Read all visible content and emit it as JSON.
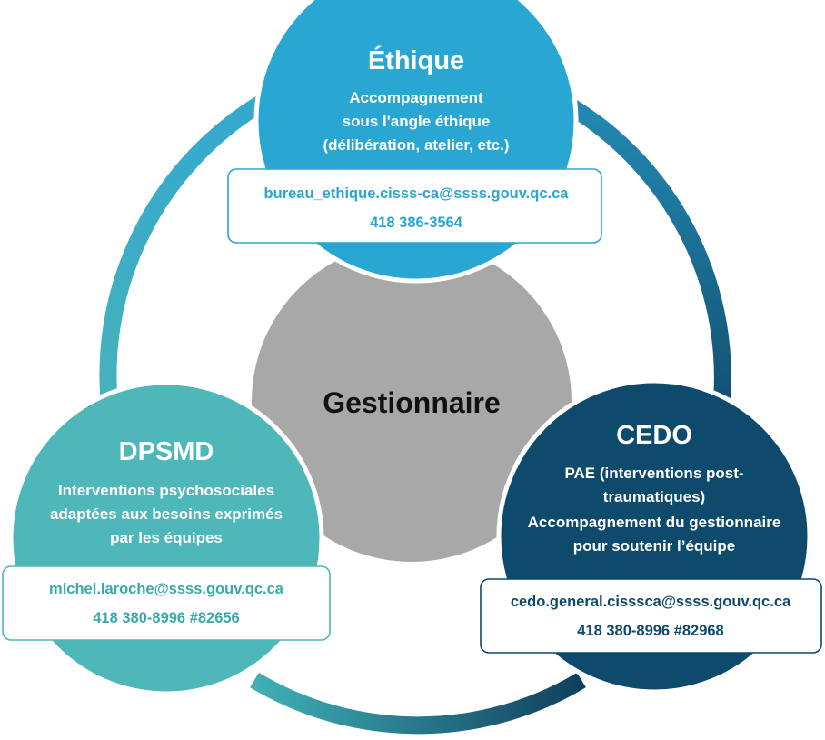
{
  "center": {
    "label": "Gestionnaire"
  },
  "nodes": {
    "ethique": {
      "title": "Éthique",
      "description": [
        "Accompagnement",
        "sous l'angle éthique",
        "(délibération, atelier, etc.)"
      ],
      "email": "bureau_ethique.cisss-ca@ssss.gouv.qc.ca",
      "phone": "418 386-3564"
    },
    "dpsmd": {
      "title": "DPSMD",
      "description": [
        "Interventions psychosociales",
        "adaptées aux besoins exprimés",
        "par les équipes"
      ],
      "email": "michel.laroche@ssss.gouv.qc.ca",
      "phone": "418 380-8996 #82656"
    },
    "cedo": {
      "title": "CEDO",
      "description": [
        "PAE (interventions post-",
        "traumatiques)",
        "Accompagnement du gestionnaire",
        "pour soutenir l’équipe"
      ],
      "email": "cedo.general.cisssca@ssss.gouv.qc.ca",
      "phone": "418 380-8996 #82968"
    }
  },
  "colors": {
    "ethique": "#29a6d2",
    "dpsmd": "#4db7b9",
    "cedo": "#0d4a6b",
    "center": "#a8a8a8",
    "ring_light": "#2f9dc0",
    "ring_teal": "#3fb0b6",
    "ring_dark": "#15557a"
  }
}
